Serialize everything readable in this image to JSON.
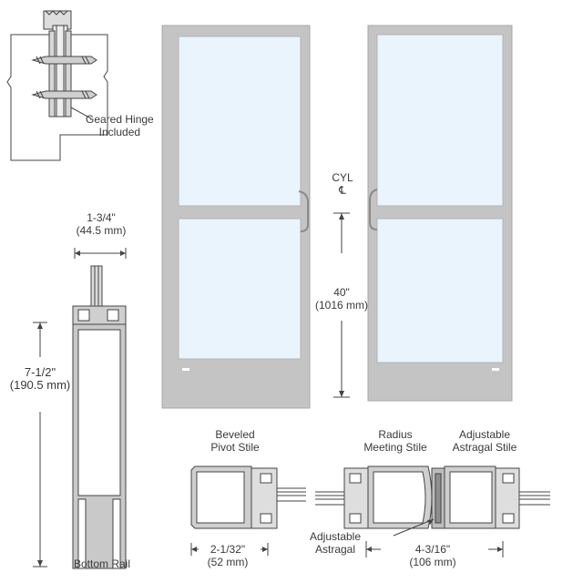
{
  "hinge": {
    "caption_line1": "Geared Hinge",
    "caption_line2": "Included"
  },
  "bottom_rail": {
    "width_imperial": "1-3/4\"",
    "width_metric": "(44.5 mm)",
    "height_imperial": "7-1/2\"",
    "height_metric": "(190.5 mm)",
    "caption": "Bottom Rail"
  },
  "doors": {
    "cyl_label": "CYL",
    "centerline_symbol": "℄",
    "height_imperial": "40\"",
    "height_metric": "(1016 mm)"
  },
  "stiles": {
    "beveled_line1": "Beveled",
    "beveled_line2": "Pivot Stile",
    "radius_line1": "Radius",
    "radius_line2": "Meeting Stile",
    "adjustable_line1": "Adjustable",
    "adjustable_line2": "Astragal Stile",
    "astragal_line1": "Adjustable",
    "astragal_line2": "Astragal",
    "pivot_width_imperial": "2-1/32\"",
    "pivot_width_metric": "(52 mm)",
    "meeting_width_imperial": "4-3/16\"",
    "meeting_width_metric": "(106 mm)"
  },
  "colors": {
    "frame": "#c4c4c4",
    "frame_edge": "#a9a9a9",
    "glass": "#e9f4fd",
    "line": "#444444"
  }
}
